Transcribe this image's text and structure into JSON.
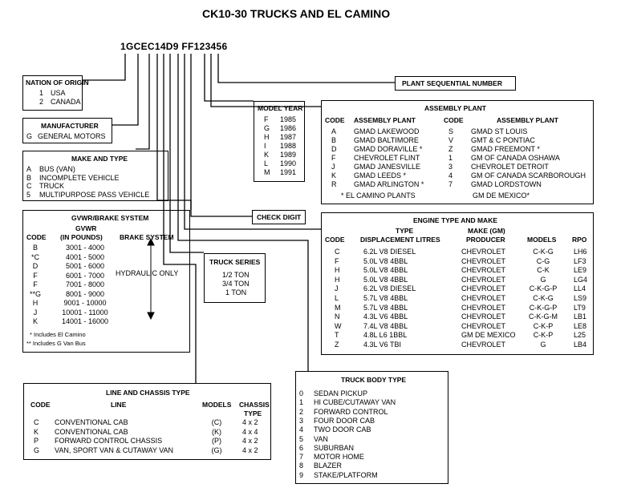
{
  "title": "CK10-30 TRUCKS AND EL CAMINO",
  "vin": "1GCEC14D9 FF123456",
  "nation": {
    "title": "NATION OF ORIGIN",
    "items": [
      [
        "1",
        "USA"
      ],
      [
        "2",
        "CANADA"
      ]
    ]
  },
  "manufacturer": {
    "title": "MANUFACTURER",
    "items": [
      [
        "G",
        "GENERAL MOTORS"
      ]
    ]
  },
  "make_type": {
    "title": "MAKE AND TYPE",
    "items": [
      [
        "A",
        "BUS (VAN)"
      ],
      [
        "B",
        "INCOMPLETE VEHICLE"
      ],
      [
        "C",
        "TRUCK"
      ],
      [
        "5",
        "MULTIPURPOSE PASS VEHICLE"
      ]
    ]
  },
  "gvwr": {
    "title": "GVWR/BRAKE SYSTEM",
    "col_gvwr": "GVWR",
    "col_pounds": "(IN POUNDS)",
    "col_code": "CODE",
    "col_brake": "BRAKE SYSTEM",
    "brake_value": "HYDRAULIC ONLY",
    "rows": [
      [
        "B",
        "3001 - 4000"
      ],
      [
        "*C",
        "4001 - 5000"
      ],
      [
        "D",
        "5001 - 6000"
      ],
      [
        "F",
        "6001 - 7000"
      ],
      [
        "F",
        "7001 - 8000"
      ],
      [
        "**G",
        "8001 - 9000"
      ],
      [
        "H",
        "9001 - 10000"
      ],
      [
        "J",
        "10001 - 11000"
      ],
      [
        "K",
        "14001 - 16000"
      ]
    ],
    "note1": "* Includes El Camino",
    "note2": "** Includes G Van Bus"
  },
  "model_year": {
    "title": "MODEL YEAR",
    "rows": [
      [
        "F",
        "1985"
      ],
      [
        "G",
        "1986"
      ],
      [
        "H",
        "1987"
      ],
      [
        "I",
        "1988"
      ],
      [
        "K",
        "1989"
      ],
      [
        "L",
        "1990"
      ],
      [
        "M",
        "1991"
      ]
    ]
  },
  "plant_seq": "PLANT SEQUENTIAL NUMBER",
  "check_digit": "CHECK DIGIT",
  "truck_series": {
    "title": "TRUCK SERIES",
    "items": [
      "1/2 TON",
      "3/4 TON",
      "1 TON"
    ]
  },
  "assembly": {
    "title": "ASSEMBLY PLANT",
    "col_code": "CODE",
    "col_plant": "ASSEMBLY PLANT",
    "left": [
      [
        "A",
        "GMAD LAKEWOOD"
      ],
      [
        "B",
        "GMAD BALTIMORE"
      ],
      [
        "D",
        "GMAD DORAVILLE *"
      ],
      [
        "F",
        "CHEVROLET FLINT"
      ],
      [
        "J",
        "GMAD JANESVILLE"
      ],
      [
        "K",
        "GMAD LEEDS *"
      ],
      [
        "R",
        "GMAD ARLINGTON *"
      ]
    ],
    "right": [
      [
        "S",
        "GMAD ST LOUIS"
      ],
      [
        "V",
        "GMT & C PONTIAC"
      ],
      [
        "Z",
        "GMAD FREEMONT *"
      ],
      [
        "1",
        "GM OF CANADA OSHAWA"
      ],
      [
        "3",
        "CHEVROLET DETROIT"
      ],
      [
        "4",
        "GM OF CANADA SCARBOROUGH"
      ],
      [
        "7",
        "GMAD LORDSTOWN"
      ]
    ],
    "note": "* EL CAMINO PLANTS",
    "note_right": "GM DE MEXICO*"
  },
  "engine": {
    "title": "ENGINE TYPE AND MAKE",
    "h_type": "TYPE",
    "h_make": "MAKE (GM)",
    "h_code": "CODE",
    "h_disp": "DISPLACEMENT LITRES",
    "h_producer": "PRODUCER",
    "h_models": "MODELS",
    "h_rpo": "RPO",
    "rows": [
      [
        "C",
        "6.2L V8 DIESEL",
        "CHEVROLET",
        "C-K-G",
        "LH6"
      ],
      [
        "F",
        "5.0L V8 4BBL",
        "CHEVROLET",
        "C-G",
        "LF3"
      ],
      [
        "H",
        "5.0L V8 4BBL",
        "CHEVROLET",
        "C-K",
        "LE9"
      ],
      [
        "H",
        "5.0L V8 4BBL",
        "CHEVROLET",
        "G",
        "LG4"
      ],
      [
        "J",
        "6.2L V8 DIESEL",
        "CHEVROLET",
        "C-K-G-P",
        "LL4"
      ],
      [
        "L",
        "5.7L V8 4BBL",
        "CHEVROLET",
        "C-K-G",
        "LS9"
      ],
      [
        "M",
        "5.7L V8 4BBL",
        "CHEVROLET",
        "C-K-G-P",
        "LT9"
      ],
      [
        "N",
        "4.3L V6 4BBL",
        "CHEVROLET",
        "C-K-G-M",
        "LB1"
      ],
      [
        "W",
        "7.4L V8 4BBL",
        "CHEVROLET",
        "C-K-P",
        "LE8"
      ],
      [
        "T",
        "4.8L L6 1BBL",
        "GM DE MEXICO",
        "C-K-P",
        "L25"
      ],
      [
        "Z",
        "4.3L V6 TBI",
        "CHEVROLET",
        "G",
        "LB4"
      ]
    ]
  },
  "line_chassis": {
    "title": "LINE AND CHASSIS TYPE",
    "h_code": "CODE",
    "h_line": "LINE",
    "h_models": "MODELS",
    "h_chassis": "CHASSIS",
    "h_type": "TYPE",
    "rows": [
      [
        "C",
        "CONVENTIONAL CAB",
        "(C)",
        "4 x 2"
      ],
      [
        "K",
        "CONVENTIONAL CAB",
        "(K)",
        "4 x 4"
      ],
      [
        "P",
        "FORWARD CONTROL CHASSIS",
        "(P)",
        "4 x 2"
      ],
      [
        "G",
        "VAN, SPORT VAN & CUTAWAY VAN",
        "(G)",
        "4 x 2"
      ]
    ]
  },
  "body": {
    "title": "TRUCK BODY TYPE",
    "rows": [
      [
        "0",
        "SEDAN PICKUP"
      ],
      [
        "1",
        "HI CUBE/CUTAWAY VAN"
      ],
      [
        "2",
        "FORWARD CONTROL"
      ],
      [
        "3",
        "FOUR DOOR CAB"
      ],
      [
        "4",
        "TWO DOOR CAB"
      ],
      [
        "5",
        "VAN"
      ],
      [
        "6",
        "SUBURBAN"
      ],
      [
        "7",
        "MOTOR HOME"
      ],
      [
        "8",
        "BLAZER"
      ],
      [
        "9",
        "STAKE/PLATFORM"
      ]
    ]
  }
}
